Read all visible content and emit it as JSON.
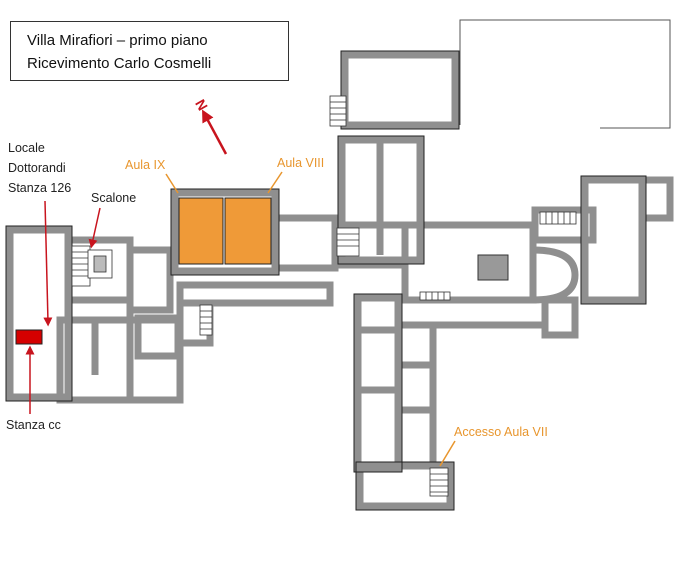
{
  "title": {
    "line1": "Villa Mirafiori – primo piano",
    "line2": "Ricevimento Carlo Cosmelli"
  },
  "north_label": "N",
  "labels": {
    "locale_line1": "Locale",
    "locale_line2": "Dottorandi",
    "locale_line3": "Stanza 126",
    "scalone": "Scalone",
    "stanza_cc": "Stanza cc",
    "aula_ix": "Aula IX",
    "aula_viii": "Aula VIII",
    "accesso_aula_vii": "Accesso Aula VII"
  },
  "colors": {
    "wall": "#8f8f8f",
    "wall_outline": "#222222",
    "highlight_room": "#ef9a38",
    "target_room": "#d50000",
    "arrow": "#c8141e",
    "accent_label": "#e8962e"
  }
}
